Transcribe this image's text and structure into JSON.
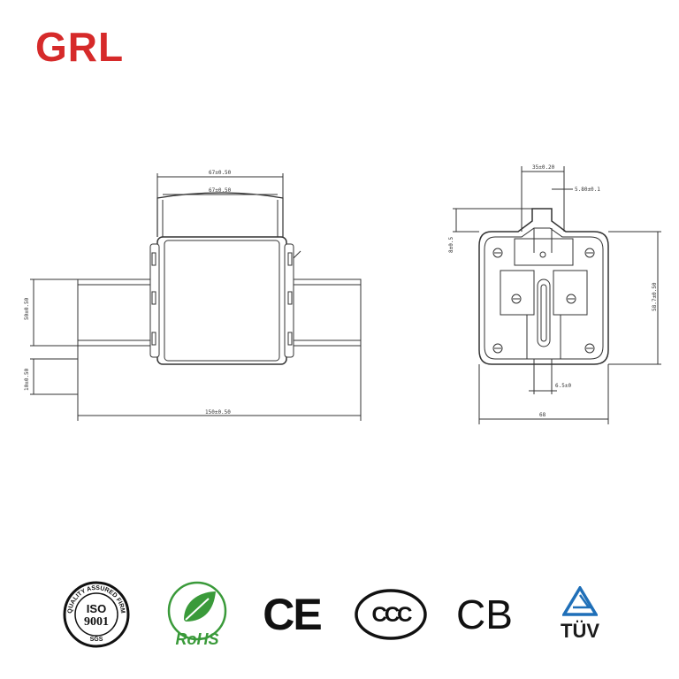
{
  "brand": {
    "logo_text": "GRL",
    "color": "#d62a2a"
  },
  "side_view": {
    "dims": {
      "top_outer": "67±0.50",
      "top_inner": "67±0.50",
      "left_height": "50±0.50",
      "bottom_left": "10±0.50",
      "overall_length": "150±0.50"
    }
  },
  "front_view": {
    "dims": {
      "tab_width": "35±0.20",
      "tab_offset": "5.80±0.1",
      "tab_height": "8±0.5",
      "right_height": "58.7±0.50",
      "slot": "6.5±0",
      "width": "68"
    }
  },
  "certifications": {
    "iso_top": "QUALITY ASSURED FIRM",
    "iso_main": "ISO",
    "iso_num": "9001",
    "iso_sgs": "SGS",
    "rohs": "RoHS",
    "ce": "CE",
    "ccc": "CCC",
    "cb": "CB",
    "tuv": "TÜV"
  }
}
